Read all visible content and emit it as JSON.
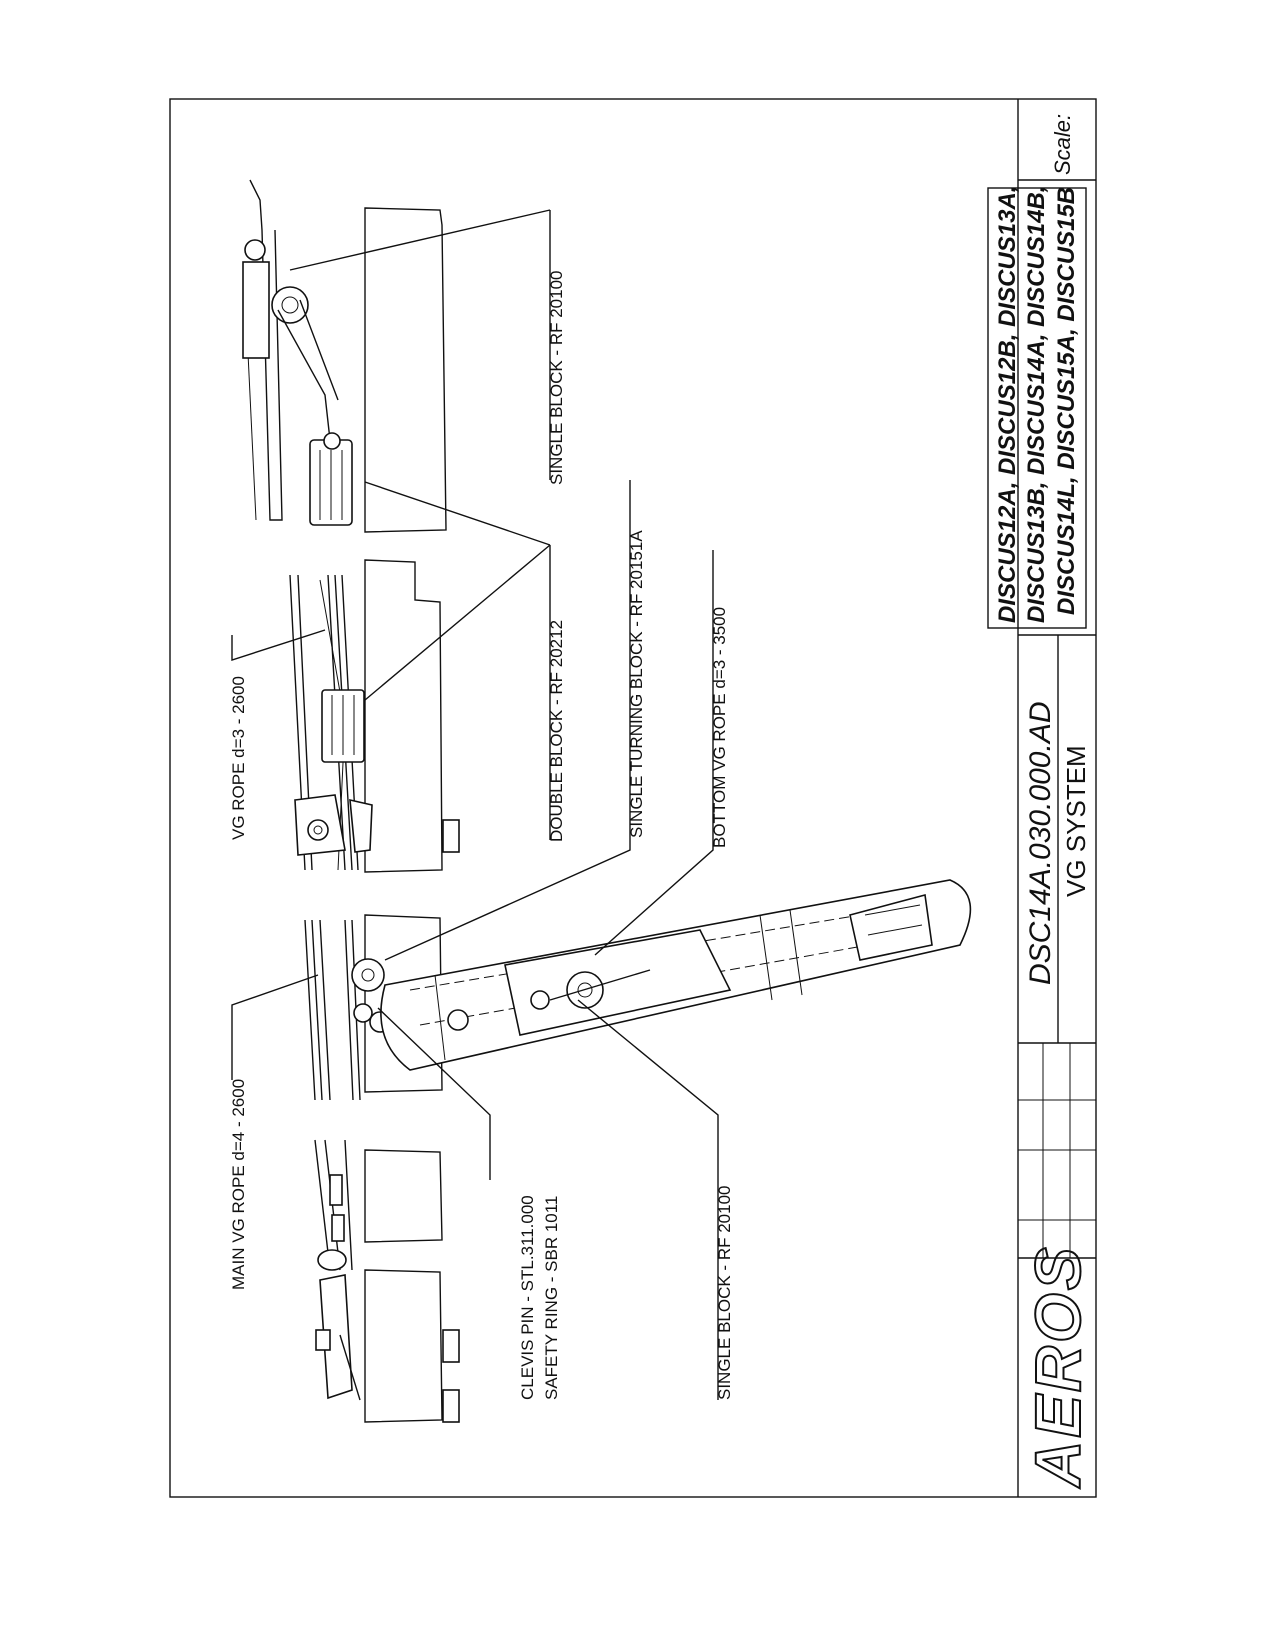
{
  "labels": {
    "main_vg_rope": "MAIN VG ROPE d=4 - 2600",
    "vg_rope": "VG ROPE d=3 - 2600",
    "clevis_pin": "CLEVIS PIN - STL.311.000",
    "safety_ring": "SAFETY RING - SBR 1011",
    "double_block": "DOUBLE BLOCK - RF 20212",
    "single_block_top": "SINGLE BLOCK - RF 20100",
    "single_turning_block": "SINGLE TURNING BLOCK - RF 20151A",
    "bottom_vg_rope": "BOTTOM VG ROPE d=3 - 3500",
    "single_block_bottom": "SINGLE BLOCK - RF 20100"
  },
  "title_block": {
    "logo": "AEROS",
    "drawing_code": "DSC14A.030.000.AD",
    "drawing_title": "VG SYSTEM",
    "models_line1": "DISCUS12A, DISCUS12B, DISCUS13A,",
    "models_line2": "DISCUS13B, DISCUS14A, DISCUS14B,",
    "models_line3": "DISCUS14L, DISCUS15A, DISCUS15B",
    "scale_label": "Scale:"
  }
}
